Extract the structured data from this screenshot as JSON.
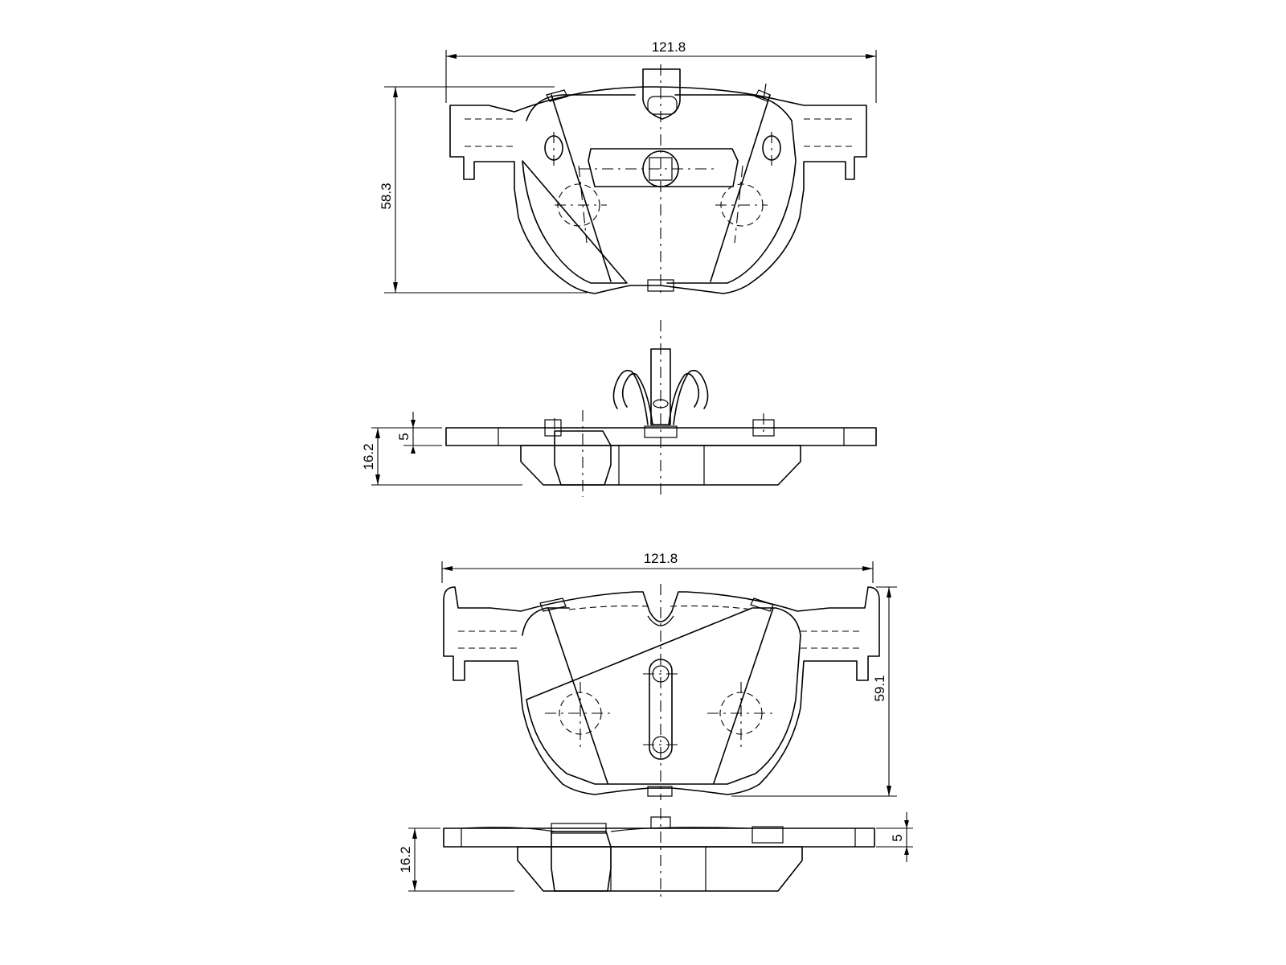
{
  "dimensions": {
    "top_width": "121.8",
    "top_height": "58.3",
    "top_side_thickness": "16.2",
    "top_side_backplate": "5",
    "bottom_width": "121.8",
    "bottom_height": "59.1",
    "bottom_side_thickness": "16.2",
    "bottom_side_backplate": "5"
  },
  "colors": {
    "line": "#000000",
    "background": "#ffffff"
  }
}
